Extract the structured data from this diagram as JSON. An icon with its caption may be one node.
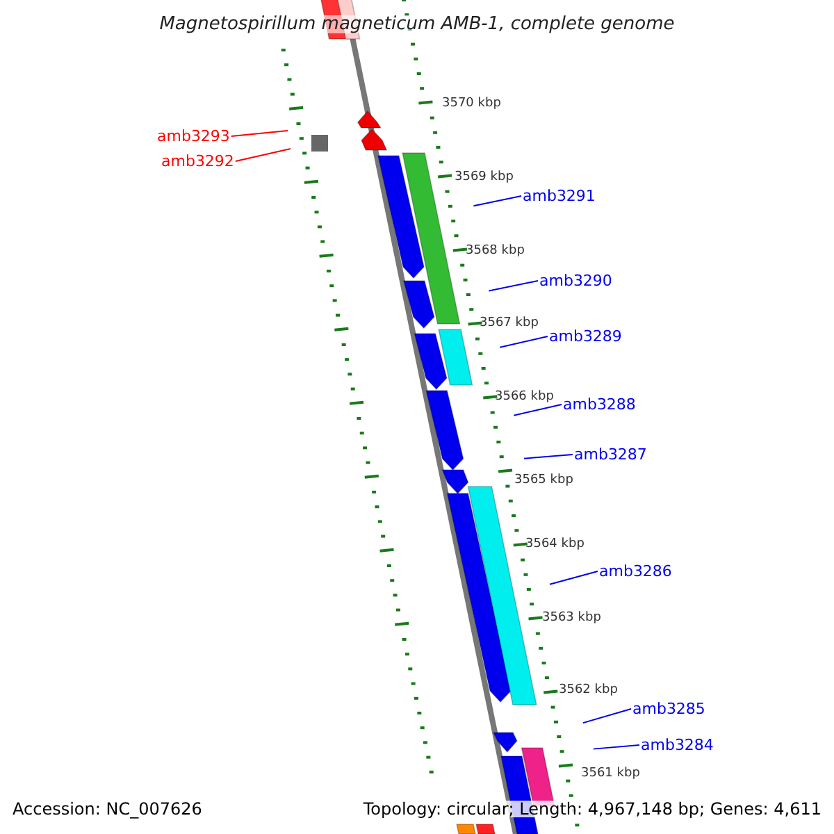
{
  "diagram": {
    "title": "Magnetospirillum magneticum AMB-1, complete genome",
    "nodes": [
      {
        "text": [
          "amb3293"
        ]
      },
      {
        "text": [
          "amb3292"
        ]
      },
      {
        "text": [
          "amb3291"
        ]
      },
      {
        "text": [
          "amb3290"
        ]
      },
      {
        "text": [
          "amb3289"
        ]
      },
      {
        "text": [
          "amb3288"
        ]
      },
      {
        "text": [
          "amb3287"
        ]
      },
      {
        "text": [
          "amb3286"
        ]
      },
      {
        "text": [
          "amb3285"
        ]
      },
      {
        "text": [
          "amb3284"
        ]
      }
    ],
    "edges": [
      {
        "from": 0,
        "to": null,
        "arrow": "none",
        "color": "#ff0000"
      },
      {
        "from": 1,
        "to": null,
        "arrow": "none",
        "color": "#ff0000"
      },
      {
        "from": 2,
        "to": null,
        "arrow": "none"
      },
      {
        "from": 3,
        "to": null,
        "arrow": "none"
      },
      {
        "from": 4,
        "to": null,
        "arrow": "none"
      },
      {
        "from": 5,
        "to": null,
        "arrow": "none"
      },
      {
        "from": 6,
        "to": null,
        "arrow": "none"
      },
      {
        "from": 7,
        "to": null,
        "arrow": "none"
      },
      {
        "from": 8,
        "to": null,
        "arrow": "none"
      },
      {
        "from": 9,
        "to": null,
        "arrow": "none"
      }
    ],
    "labels": [
      "3570 kbp",
      "3569 kbp",
      "3568 kbp",
      "3567 kbp",
      "3566 kbp",
      "3565 kbp",
      "3564 kbp",
      "3563 kbp",
      "3562 kbp",
      "3561 kbp",
      "Accession: NC_007626",
      "Topology: circular; Length: 4,967,148 bp; Genes: 4,611"
    ]
  }
}
